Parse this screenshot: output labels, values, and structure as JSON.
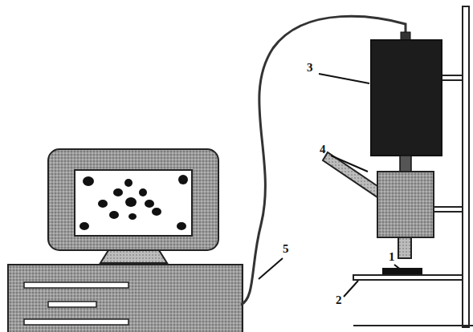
{
  "diagram": {
    "labels": [
      "3",
      "4",
      "5",
      "1",
      "2"
    ]
  }
}
